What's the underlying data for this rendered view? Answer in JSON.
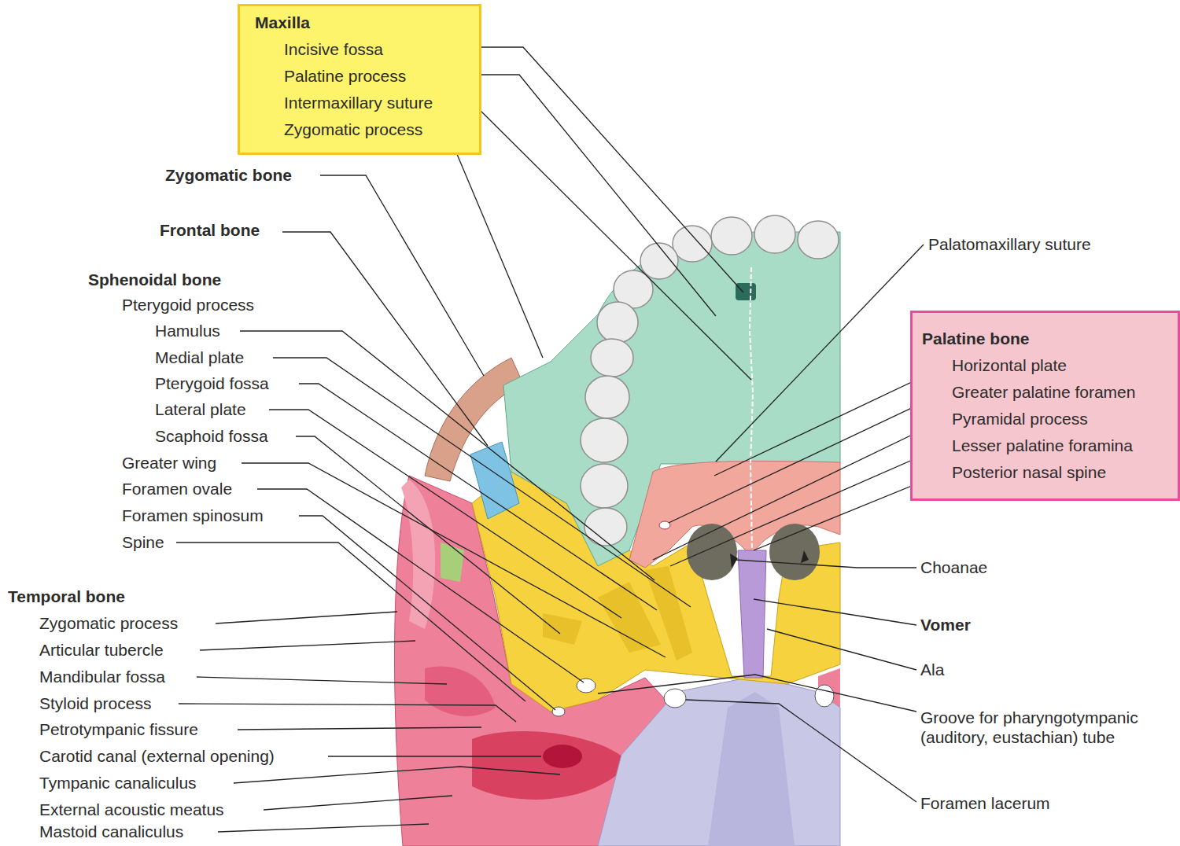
{
  "diagram": {
    "nodes": [
      {
        "text": [
          "Maxilla",
          "Incisive fossa",
          "Palatine process",
          "Intermaxillary suture",
          "Zygomatic process"
        ]
      },
      {
        "text": [
          "Palatine bone",
          "Horizontal plate",
          "Greater palatine foramen",
          "Pyramidal process",
          "Lesser palatine foramina",
          "Posterior nasal spine"
        ]
      }
    ],
    "labels": [
      "Zygomatic bone",
      "Frontal bone",
      "Sphenoidal bone",
      "Pterygoid process",
      "Hamulus",
      "Medial plate",
      "Pterygoid fossa",
      "Lateral plate",
      "Scaphoid fossa",
      "Greater wing",
      "Foramen ovale",
      "Foramen spinosum",
      "Spine",
      "Temporal bone",
      "Zygomatic process",
      "Articular tubercle",
      "Mandibular fossa",
      "Styloid process",
      "Petrotympanic fissure",
      "Carotid canal (external opening)",
      "Tympanic canaliculus",
      "External acoustic meatus",
      "Mastoid canaliculus",
      "Palatomaxillary suture",
      "Choanae",
      "Vomer",
      "Ala",
      "Groove for pharyngotympanic (auditory, eustachian) tube",
      "Foramen lacerum"
    ]
  }
}
